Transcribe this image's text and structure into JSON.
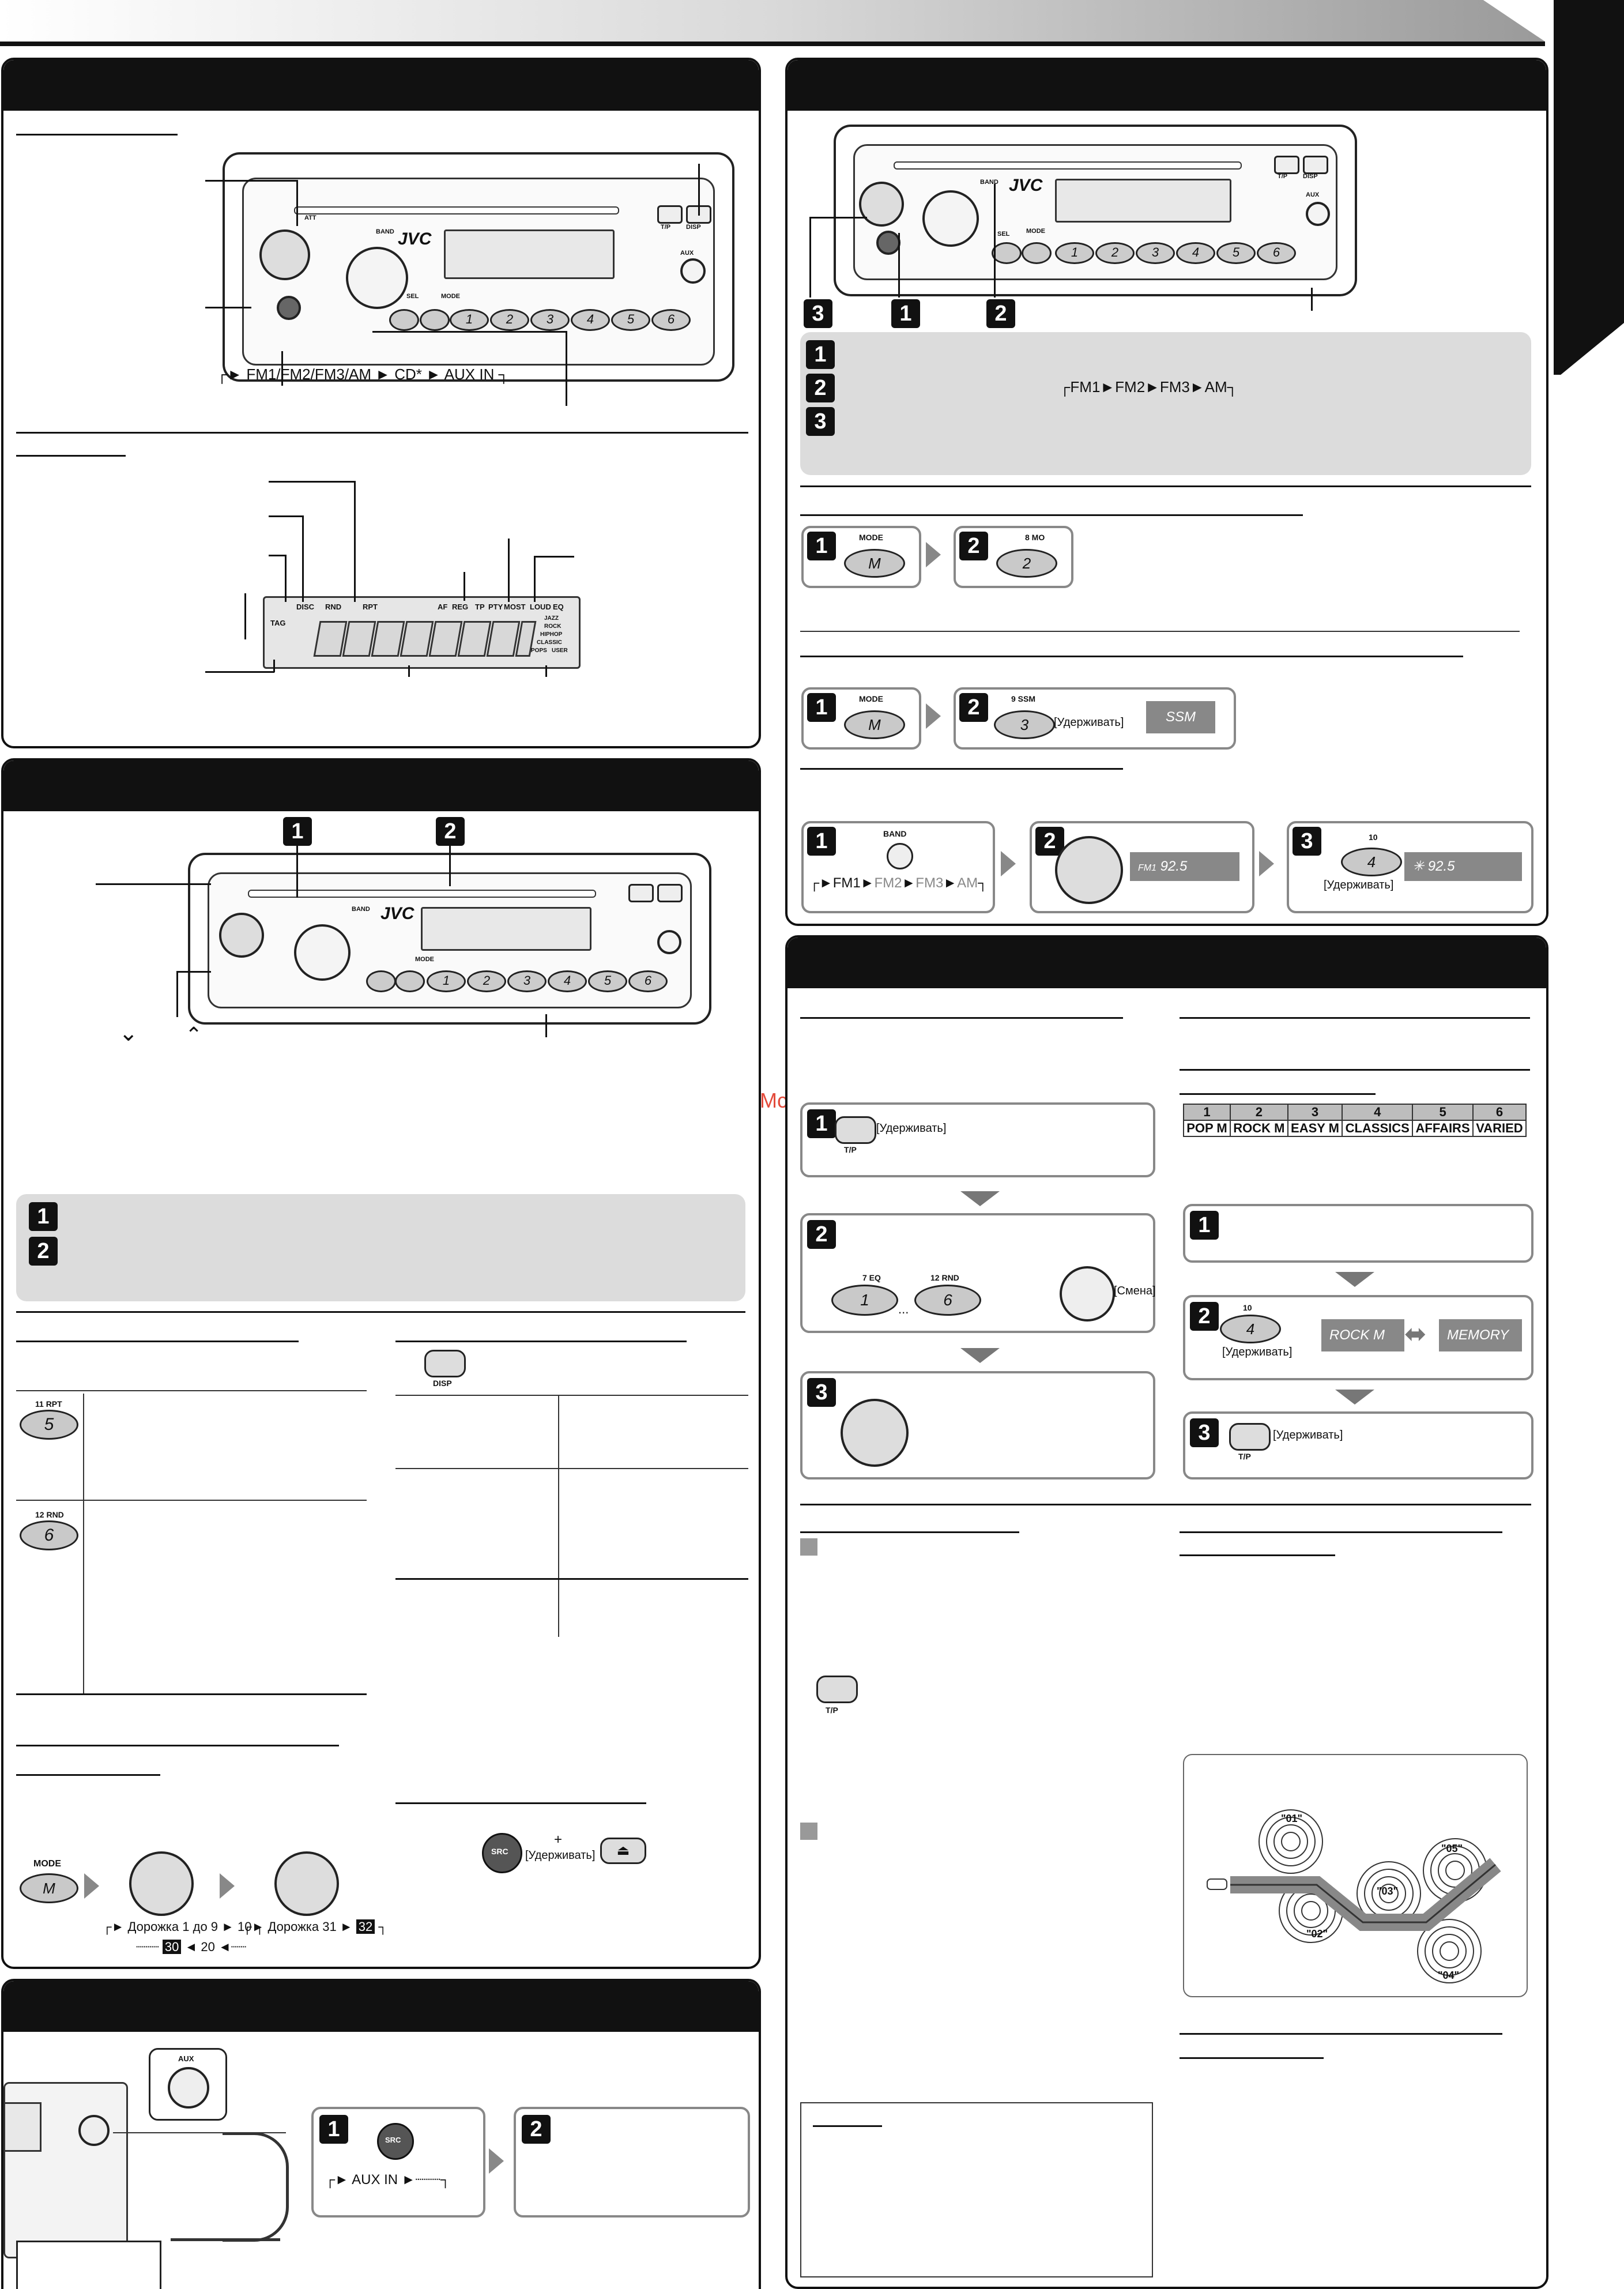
{
  "header": {
    "top_bar": ""
  },
  "watermark": "McGrp.Ru",
  "source_sequence": {
    "fm": "FM1/FM2/FM3/AM",
    "cd": "CD*",
    "aux": "AUX IN"
  },
  "unit_labels": {
    "brand": "JVC",
    "att": "ATT",
    "band": "BAND",
    "mode": "MODE",
    "sel": "SEL",
    "tp": "T/P",
    "disp": "DISP",
    "aux": "AUX",
    "src": "SRC"
  },
  "preset_buttons": [
    "1",
    "2",
    "3",
    "4",
    "5",
    "6"
  ],
  "preset_sublabels": [
    "7 EQ",
    "8 MO",
    "9 SSM",
    "10",
    "11 RPT",
    "12 RND"
  ],
  "display_indicators": {
    "disc": "DISC",
    "rnd": "RND",
    "rpt": "RPT",
    "af": "AF",
    "reg": "REG",
    "tp": "TP",
    "pty": "PTY",
    "most": "MOST",
    "loud": "LOUD",
    "eq": "EQ",
    "tag": "TAG",
    "jazz": "JAZZ",
    "rock": "ROCK",
    "hiphop": "HIPHOP",
    "classic": "CLASSIC",
    "pops": "POPS",
    "user": "USER"
  },
  "tuner": {
    "band_cycle": {
      "fm1": "FM1",
      "fm2": "FM2",
      "fm3": "FM3",
      "am": "AM"
    },
    "mode_key": "MODE",
    "mode_key_label": "M",
    "mo_label": "8 MO",
    "mo_key": "2",
    "ssm_label": "9 SSM",
    "ssm_key": "3",
    "hold": "[Удерживать]",
    "ssm_display": "SSM",
    "freq_display": "92.5",
    "fm1_tag": "FM1",
    "preset_num": "10",
    "preset_key": "4"
  },
  "steps": {
    "s1": "1",
    "s2": "2",
    "s3": "3"
  },
  "cd": {
    "rpt_label": "11 RPT",
    "rpt_key": "5",
    "rnd_label": "12 RND",
    "rnd_key": "6",
    "disp_label": "DISP",
    "track_seq_1": "Дорожка 1 до 9",
    "track_seq_2": "10",
    "track_seq_3": "20",
    "track_seq_4": "30",
    "track_seq_5": "Дорожка 31",
    "track_seq_6": "32",
    "plus": "+",
    "hold": "[Удерживать]"
  },
  "rds": {
    "tp_label": "T/P",
    "hold": "[Удерживать]",
    "change": "[Смена]",
    "eq_label": "7 EQ",
    "eq_key": "1",
    "rnd_label": "12 RND",
    "rnd_key": "6",
    "ellipsis": "...",
    "pty_table_head": [
      "1",
      "2",
      "3",
      "4",
      "5",
      "6"
    ],
    "pty_table_vals": [
      "POP M",
      "ROCK M",
      "EASY M",
      "CLASSICS",
      "AFFAIRS",
      "VARIED"
    ],
    "rock_m": "ROCK M",
    "memory": "MEMORY",
    "preset_num": "10",
    "preset_key": "4",
    "map_stations": [
      "\"01\"",
      "\"02\"",
      "\"03\"",
      "\"04\"",
      "\"05\""
    ]
  },
  "aux": {
    "src": "SRC",
    "aux_in": "AUX IN",
    "aux_jack": "AUX"
  }
}
